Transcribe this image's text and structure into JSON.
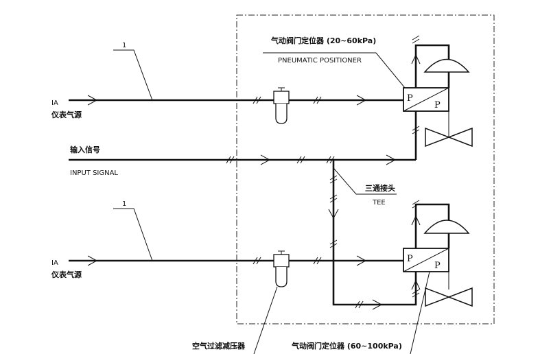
{
  "labels": {
    "pneumatic_positioner_zh": "气动阀门定位器 (20~60kPa)",
    "pneumatic_positioner_en": "PNEUMATIC POSITIONER",
    "ia_top": "IA",
    "instrument_air_top_zh": "仪表气源",
    "input_signal_zh": "输入信号",
    "input_signal_en": "INPUT SIGNAL",
    "tee_zh": "三通接头",
    "tee_en": "TEE",
    "ia_bottom": "IA",
    "instrument_air_bottom_zh": "仪表气源",
    "leader_top": "1",
    "leader_bottom": "1",
    "filter_regulator_zh": "空气过滤减压器",
    "pneumatic_positioner_bottom_zh": "气动阀门定位器 (60~100kPa)"
  },
  "positioner_top": {
    "left": "P",
    "right": "P"
  },
  "positioner_bottom": {
    "left": "P",
    "right": "P"
  }
}
